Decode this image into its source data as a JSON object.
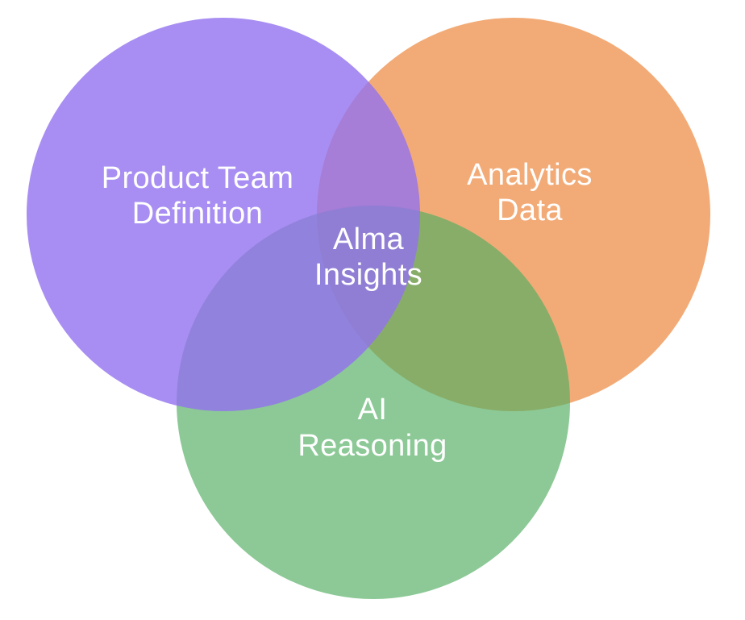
{
  "diagram": {
    "type": "venn-3-set",
    "background_color": "#ffffff",
    "label_color": "#ffffff",
    "sets": [
      {
        "name": "Product Team Definition",
        "label_lines": [
          "Product Team",
          "Definition"
        ],
        "fill_rgba": "rgba(146, 114, 239, 0.8)",
        "flat_color_over_white": "#a88ef2"
      },
      {
        "name": "Analytics Data",
        "label_lines": [
          "Analytics",
          "Data"
        ],
        "fill_rgba": "rgba(237, 143, 73, 0.75)",
        "flat_color_over_white": "#f2ab77"
      },
      {
        "name": "AI Reasoning",
        "label_lines": [
          "AI",
          "Reasoning"
        ],
        "fill_rgba": "rgba(84, 175, 99, 0.67)",
        "flat_color_over_white": "#8cc996"
      }
    ],
    "center_overlap": {
      "name": "Alma Insights",
      "label_lines": [
        "Alma",
        "Insights"
      ]
    }
  }
}
